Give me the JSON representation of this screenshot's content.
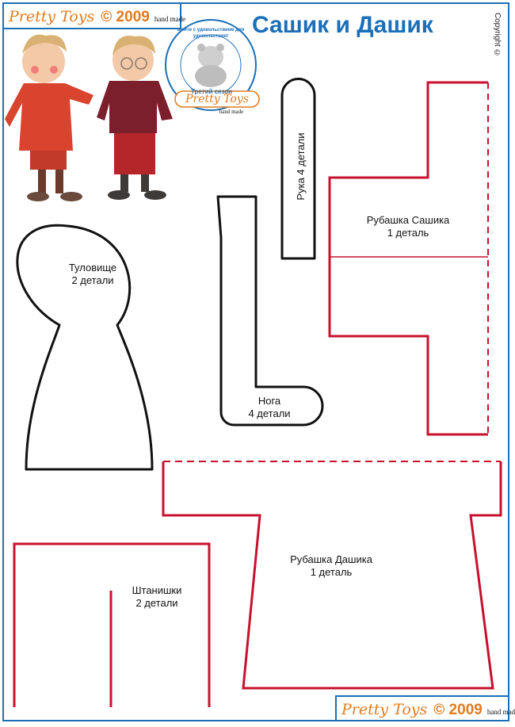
{
  "header": {
    "brand": "Pretty Toys",
    "year": "© 2009",
    "tagline": "hand made",
    "title": "Сашик и Дашик",
    "copyright": "Copyright ©"
  },
  "stamp": {
    "ring_text": "шейте с удовольствием для удовольствия!",
    "center_text": "Третий сезон",
    "brand": "Pretty Toys",
    "tagline": "hand made"
  },
  "pieces": {
    "body": {
      "name": "Туловище",
      "count": "2 детали"
    },
    "arm": {
      "name": "Рука 4 детали"
    },
    "leg": {
      "name": "Нога",
      "count": "4 детали"
    },
    "shirt_sashik": {
      "name": "Рубашка Сашика",
      "count": "1 деталь"
    },
    "shirt_dashik": {
      "name": "Рубашка Дашика",
      "count": "1 деталь"
    },
    "pants": {
      "name": "Штанишки",
      "count": "2 детали"
    }
  },
  "footer": {
    "brand": "Pretty Toys",
    "year": "© 2009",
    "tagline": "hand made"
  },
  "colors": {
    "frame": "#1a6fb8",
    "brand": "#e07b1f",
    "pattern_red": "#c8102e",
    "pattern_black": "#111111"
  }
}
